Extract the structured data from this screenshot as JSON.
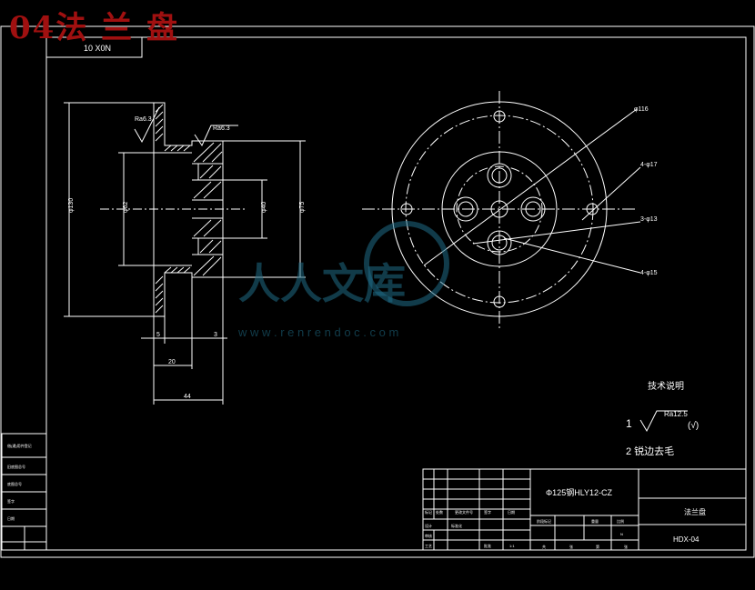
{
  "overlay_title": "04法 兰 盘",
  "stamp_text": "10 X0N",
  "watermark": {
    "brand": "人人文库",
    "url": "w w w . r e n r e n d o c . c o m",
    "color": "#1f6c86"
  },
  "side_view": {
    "roughness_top": "Ra6.3",
    "roughness_right": "Ra6.3",
    "dim_outer_dia": "φ130",
    "dim_mid_dia": "φ62",
    "dim_bore": "φ40",
    "dim_flange": "φ75",
    "dim_5": "5",
    "dim_3": "3",
    "dim_20": "20",
    "dim_44": "44"
  },
  "front_view": {
    "callout_1": "φ116",
    "callout_2": "4-φ17",
    "callout_3": "3-φ13",
    "callout_4": "4-φ15"
  },
  "tech_notes": {
    "heading": "技术说明",
    "item1_num": "1",
    "item1_ra": "Ra12.5",
    "item1_suffix": "(√)",
    "item2": "2 锐边去毛"
  },
  "title_block": {
    "material": "Φ125钢HLY12-CZ",
    "part_name": "法兰盘",
    "drawing_no": "HDX-04",
    "small_labels": [
      "标记",
      "处数",
      "更改文件号",
      "签字",
      "日期",
      "设计",
      "标准化",
      "审核",
      "工艺",
      "批准",
      "阶段标记",
      "重量",
      "比例",
      "共",
      "张",
      "第",
      "张",
      "N",
      "1:1"
    ]
  },
  "left_column": {
    "labels": [
      "借(通)用件登记",
      "旧底图总号",
      "底图总号",
      "签字",
      "日期"
    ]
  }
}
